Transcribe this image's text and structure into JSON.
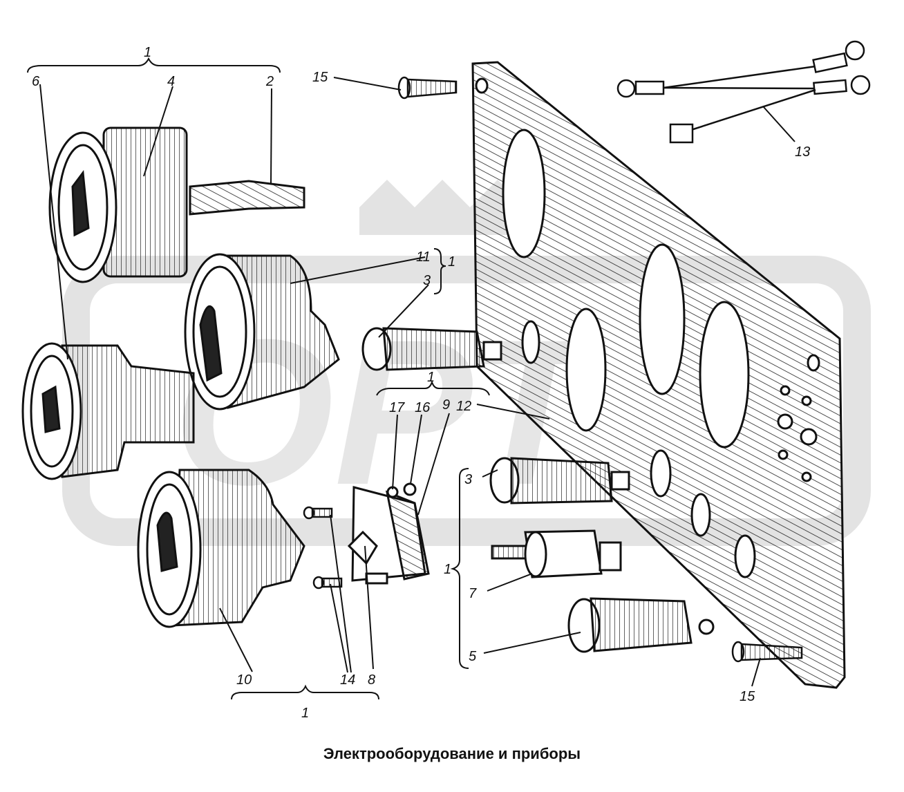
{
  "caption": "Электрооборудование и приборы",
  "watermark": "ОРТ",
  "callouts": {
    "c1_top": "1",
    "c6": "6",
    "c4": "4",
    "c2": "2",
    "c15_top": "15",
    "c13": "13",
    "c11": "11",
    "c1_gauge": "1",
    "c3_upper": "3",
    "c1_switch": "1",
    "c17": "17",
    "c16": "16",
    "c9": "9",
    "c12": "12",
    "c3_lower": "3",
    "c1_side": "1",
    "c7": "7",
    "c5": "5",
    "c10": "10",
    "c14": "14",
    "c8": "8",
    "c1_bottom": "1",
    "c15_bottom": "15"
  },
  "colors": {
    "ink": "#111111",
    "watermark": "#d9d9d9",
    "paper": "#ffffff"
  }
}
